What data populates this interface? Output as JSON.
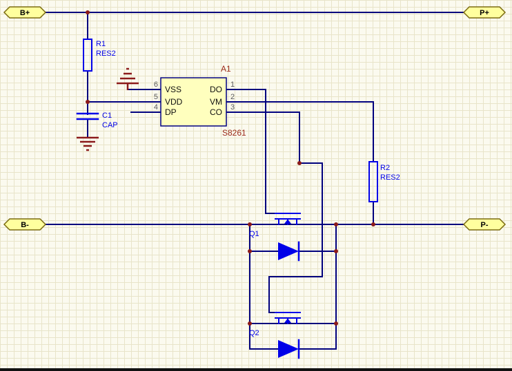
{
  "colors": {
    "background": "#FBFAEF",
    "grid": "#E8E4C9",
    "wire": "#00007D",
    "component_blue": "#0000E8",
    "power_ground": "#8B1A1A",
    "junction": "#8B1A1A",
    "ic_fill": "#FFFFBE",
    "ic_border": "#000080",
    "port_fill": "#FFFF9E",
    "port_border": "#7A6A10",
    "designator_text": "#9C2B1B",
    "pin_number_text": "#5A5A5A",
    "pin_name_text": "#101010",
    "port_text": "#000000"
  },
  "ports": {
    "b_plus": "B+",
    "p_plus": "P+",
    "b_minus": "B-",
    "p_minus": "P-"
  },
  "ic": {
    "designator": "A1",
    "part_number": "S8261",
    "left_pins": [
      {
        "number": "6",
        "name": "VSS"
      },
      {
        "number": "5",
        "name": "VDD"
      },
      {
        "number": "4",
        "name": "DP"
      }
    ],
    "right_pins": [
      {
        "number": "1",
        "name": "DO"
      },
      {
        "number": "2",
        "name": "VM"
      },
      {
        "number": "3",
        "name": "CO"
      }
    ]
  },
  "components": {
    "r1": {
      "designator": "R1",
      "value": "RES2"
    },
    "c1": {
      "designator": "C1",
      "value": "CAP"
    },
    "r2": {
      "designator": "R2",
      "value": "RES2"
    },
    "q1": {
      "designator": "Q1"
    },
    "q2": {
      "designator": "Q2"
    }
  }
}
